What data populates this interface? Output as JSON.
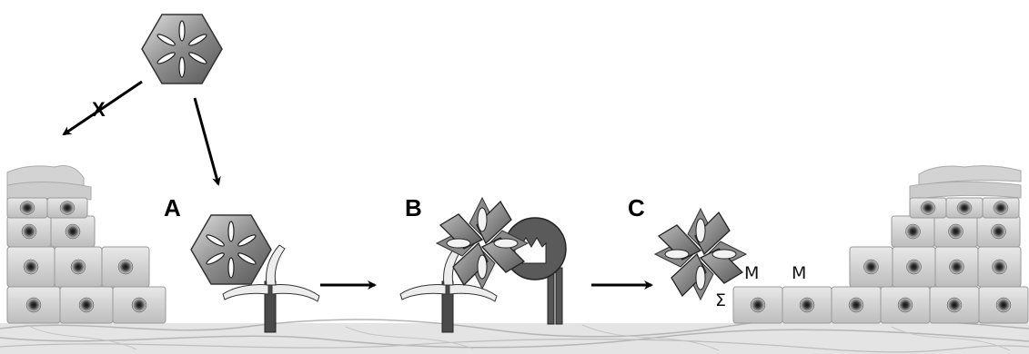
{
  "steps": [
    {
      "label": "A"
    },
    {
      "label": "B"
    },
    {
      "label": "C"
    }
  ],
  "blocked_mark": "X",
  "receptor_labels": {
    "m1": "M",
    "m2": "M",
    "sigma": "Σ"
  },
  "colors": {
    "cell_fill": "#cfcfcf",
    "nucleus": "#4a4a4a",
    "matrix": "#e2e2e2",
    "virus_dark": "#555555",
    "receptor_stalk": "#4a4a4a"
  }
}
